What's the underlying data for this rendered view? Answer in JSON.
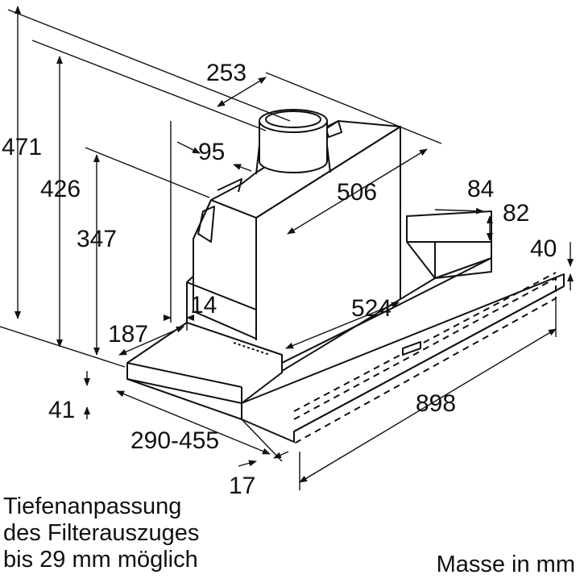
{
  "diagram": {
    "dimensions": {
      "d253": "253",
      "d95": "95",
      "d506": "506",
      "d84": "84",
      "d82": "82",
      "d40": "40",
      "d471": "471",
      "d426": "426",
      "d347": "347",
      "d14": "14",
      "d524": "524",
      "d187": "187",
      "d41": "41",
      "d898": "898",
      "d290_455": "290-455",
      "d17": "17"
    },
    "notes": {
      "depth_line1": "Tiefenanpassung",
      "depth_line2": "des Filterauszuges",
      "depth_line3": "bis 29 mm möglich",
      "units": "Masse in mm"
    },
    "colors": {
      "line": "#111111",
      "background": "#ffffff"
    }
  }
}
